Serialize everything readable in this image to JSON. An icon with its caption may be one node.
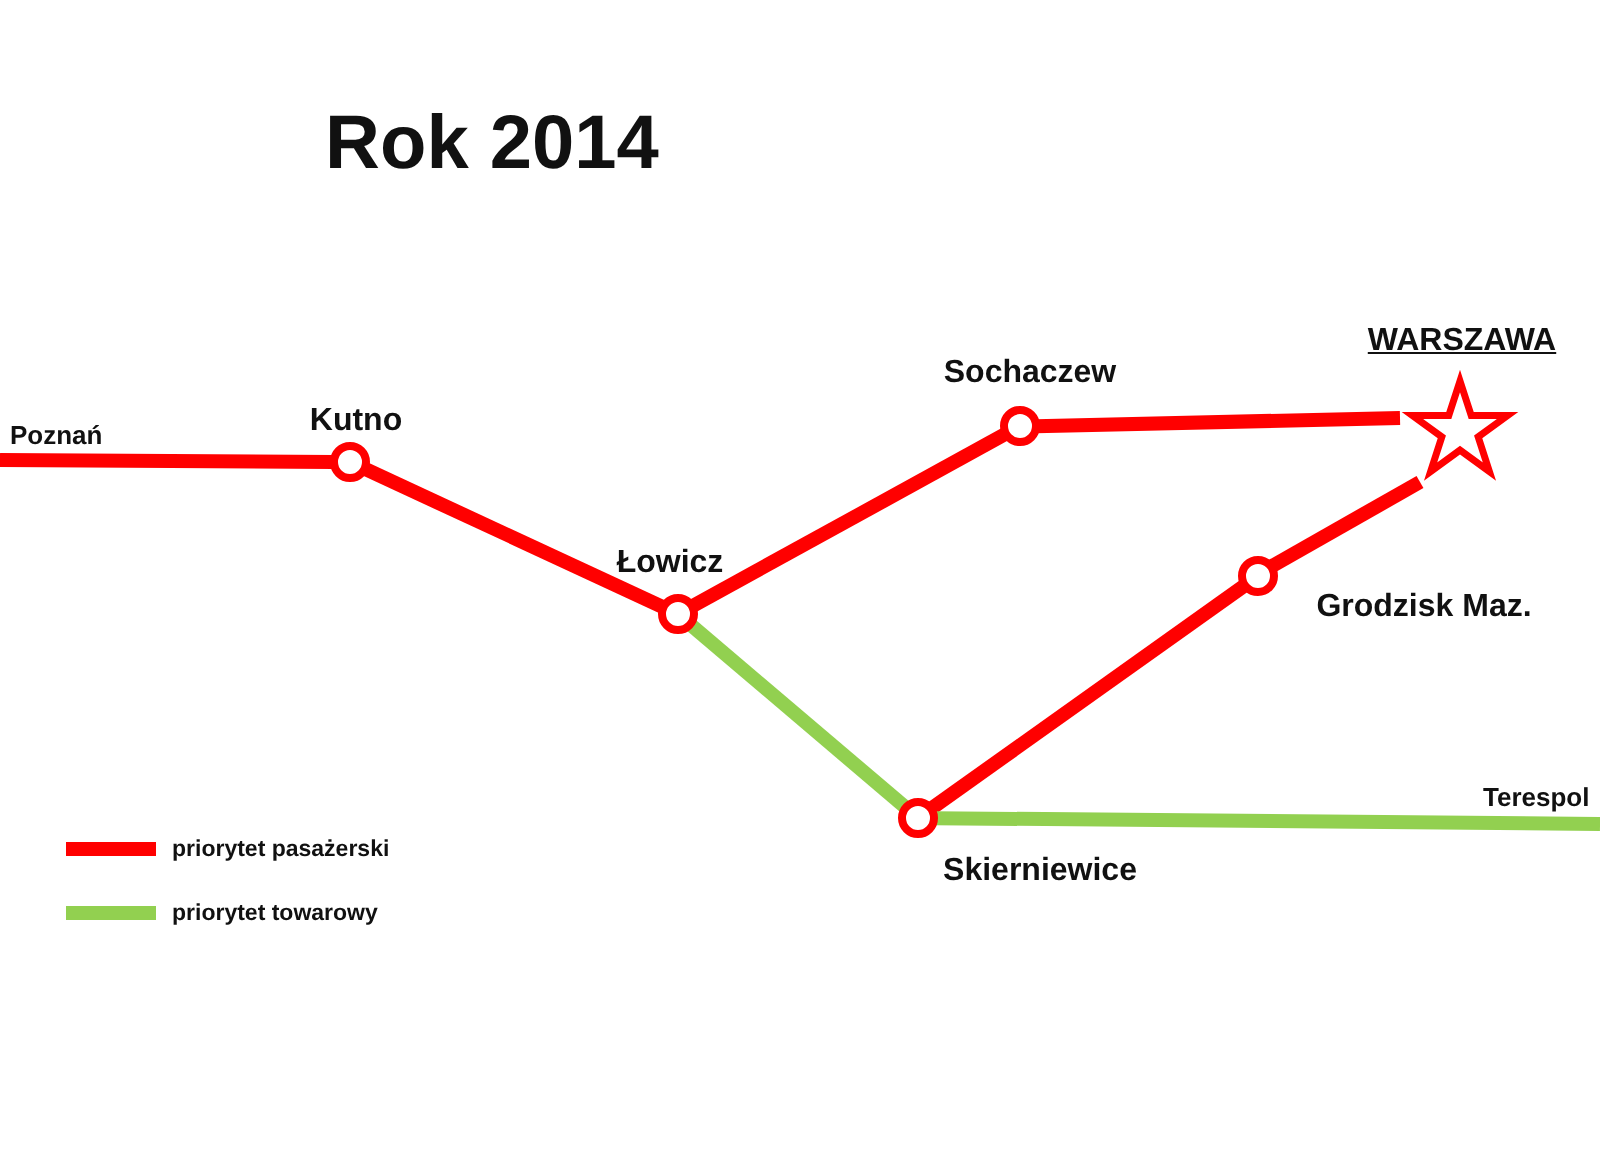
{
  "diagram": {
    "title": "Rok 2014",
    "nodes": [
      {
        "text": [
          "Poznań"
        ]
      },
      {
        "text": [
          "Kutno"
        ]
      },
      {
        "text": [
          "Łowicz"
        ]
      },
      {
        "text": [
          "Sochaczew"
        ]
      },
      {
        "text": [
          "WARSZAWA"
        ]
      },
      {
        "text": [
          "Grodzisk Maz."
        ]
      },
      {
        "text": [
          "Skierniewice"
        ]
      },
      {
        "text": [
          "Terespol"
        ]
      }
    ],
    "edges": [
      {
        "from": 0,
        "to": 1,
        "arrow": "none"
      },
      {
        "from": 1,
        "to": 2,
        "arrow": "none"
      },
      {
        "from": 2,
        "to": 3,
        "arrow": "none"
      },
      {
        "from": 3,
        "to": 4,
        "arrow": "none"
      },
      {
        "from": 2,
        "to": 6,
        "arrow": "none",
        "color": "#92d050"
      },
      {
        "from": 6,
        "to": 5,
        "arrow": "none"
      },
      {
        "from": 5,
        "to": 4,
        "arrow": "none"
      },
      {
        "from": 6,
        "to": 7,
        "arrow": "none",
        "color": "#92d050"
      }
    ],
    "legend": [
      {
        "text": "priorytet pasażerski",
        "color": "#ff0000"
      },
      {
        "text": "priorytet towarowy",
        "color": "#92d050"
      }
    ]
  }
}
